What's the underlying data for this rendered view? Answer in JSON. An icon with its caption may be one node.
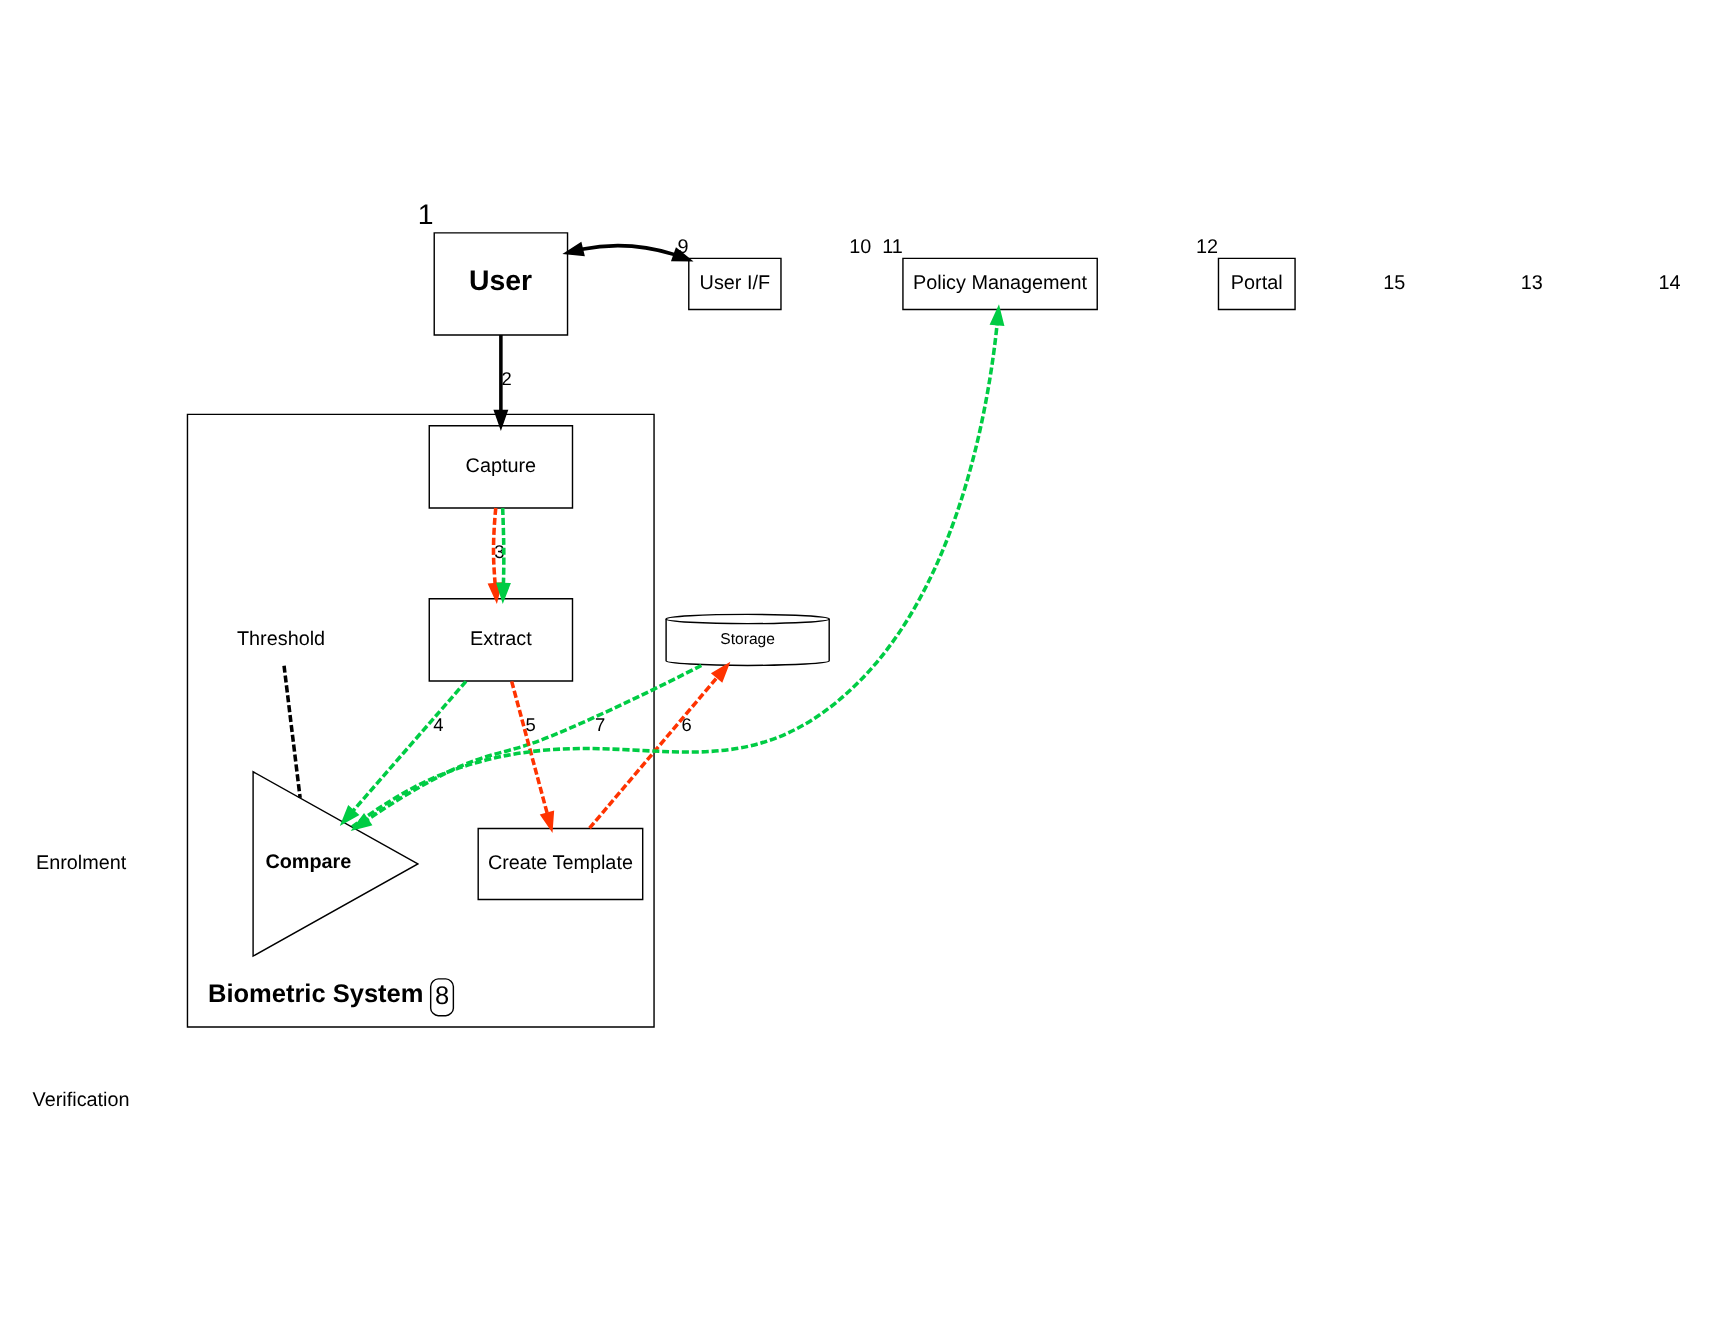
{
  "diagram": {
    "nodes": [
      {
        "text": [
          "User"
        ],
        "beside": [
          "1"
        ]
      },
      {
        "text": [
          "User I/F"
        ],
        "beside": [
          "9"
        ]
      },
      {
        "text": [
          "Policy Management"
        ],
        "beside": [
          "10",
          "11"
        ]
      },
      {
        "text": [
          "Portal"
        ],
        "beside": [
          "12"
        ]
      },
      {
        "text": [
          "Storage"
        ]
      },
      {
        "text": [
          "Biometric System"
        ],
        "beside": [
          "8"
        ]
      },
      {
        "text": [
          "Capture"
        ],
        "in": 5
      },
      {
        "text": [
          "Extract"
        ],
        "in": 5
      },
      {
        "text": [
          "Create Template"
        ],
        "in": 5
      },
      {
        "text": [
          "Compare"
        ],
        "in": 5
      },
      {
        "text": [
          "Threshold"
        ],
        "in": 5
      }
    ],
    "edges": [
      {
        "from": 0,
        "to": 1,
        "arrow": "both",
        "color": "#000000"
      },
      {
        "from": 0,
        "to": 6,
        "arrow": "to",
        "color": "#000000",
        "label": "2"
      },
      {
        "from": 6,
        "to": 7,
        "arrow": "to",
        "style": "dashed",
        "color": "#ff3300",
        "label": "3"
      },
      {
        "from": 6,
        "to": 7,
        "arrow": "to",
        "style": "dashed",
        "color": "#00cc44"
      },
      {
        "from": 7,
        "to": 8,
        "arrow": "to",
        "style": "dashed",
        "color": "#ff3300",
        "label": "5"
      },
      {
        "from": 8,
        "to": 4,
        "arrow": "to",
        "style": "dashed",
        "color": "#ff3300",
        "label": "6"
      },
      {
        "from": 4,
        "to": 9,
        "arrow": "to",
        "style": "dashed",
        "color": "#00cc44",
        "label": "7"
      },
      {
        "from": 7,
        "to": 9,
        "arrow": "to",
        "style": "dashed",
        "color": "#00cc44",
        "label": "4"
      },
      {
        "from": 9,
        "to": 2,
        "arrow": "to",
        "style": "dashed",
        "color": "#00cc44"
      },
      {
        "from": 10,
        "to": 9,
        "arrow": "none",
        "style": "dashed",
        "color": "#000000"
      }
    ],
    "labels": [
      "15",
      "13",
      "14"
    ],
    "legend": [
      {
        "text": "Enrolment"
      },
      {
        "text": "Verification"
      }
    ]
  }
}
